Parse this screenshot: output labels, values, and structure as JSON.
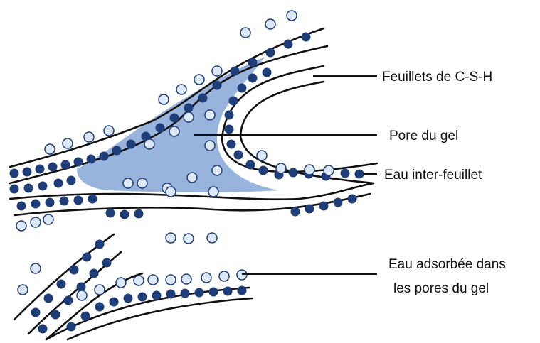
{
  "labels": {
    "sheets": "Feuillets de C-S-H",
    "pore": "Pore du gel",
    "interlayer": "Eau inter-feuillet",
    "adsorbed_line1": "Eau adsorbée dans",
    "adsorbed_line2": "les pores du gel"
  },
  "colors": {
    "pore_fill": "#99b4dc",
    "interlayer_water": "#1f3d78",
    "adsorbed_water_fill": "#dde8f6",
    "adsorbed_water_stroke": "#1f3d78",
    "sheet_line": "#111111"
  }
}
